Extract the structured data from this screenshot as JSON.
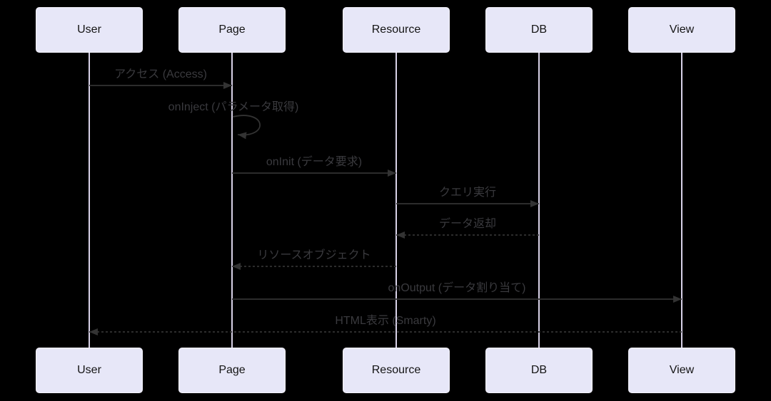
{
  "diagram": {
    "type": "sequence-diagram",
    "actors": [
      "User",
      "Page",
      "Resource",
      "DB",
      "View"
    ],
    "messages": [
      {
        "from": "User",
        "to": "Page",
        "text": "アクセス (Access)",
        "line": "solid"
      },
      {
        "from": "Page",
        "to": "Page",
        "text": "onInject (パラメータ取得)",
        "line": "self-loop"
      },
      {
        "from": "Page",
        "to": "Resource",
        "text": "onInit (データ要求)",
        "line": "solid"
      },
      {
        "from": "Resource",
        "to": "DB",
        "text": "クエリ実行",
        "line": "solid"
      },
      {
        "from": "DB",
        "to": "Resource",
        "text": "データ返却",
        "line": "dashed"
      },
      {
        "from": "Resource",
        "to": "Page",
        "text": "リソースオブジェクト",
        "line": "dashed"
      },
      {
        "from": "Page",
        "to": "View",
        "text": "onOutput (データ割り当て)",
        "line": "solid"
      },
      {
        "from": "View",
        "to": "User",
        "text": "HTML表示 (Smarty)",
        "line": "dashed"
      }
    ],
    "colors": {
      "background": "#000000",
      "actor_fill": "#e7e7f8",
      "actor_border": "#f4f3fc",
      "actor_text": "#141414",
      "lifeline": "#d8d2e8",
      "message_line": "#333333",
      "message_text": "#3a3a3e"
    }
  }
}
